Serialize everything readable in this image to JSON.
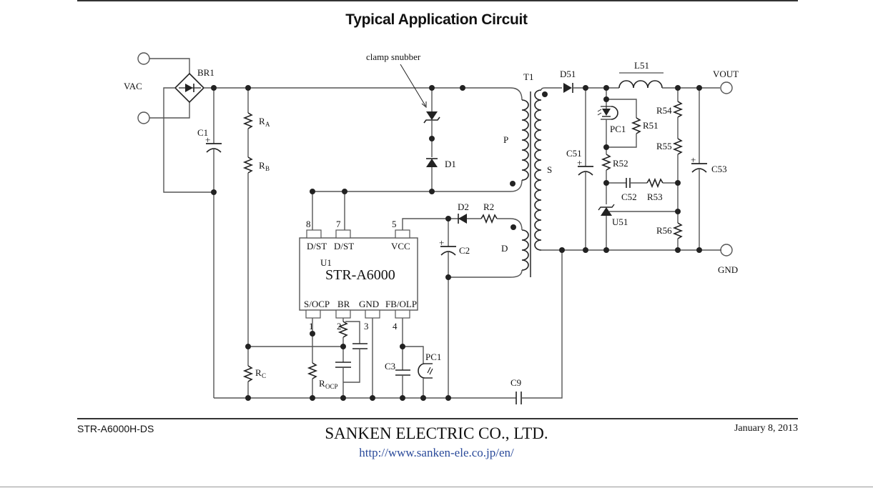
{
  "header": {
    "title": "Typical Application Circuit"
  },
  "footer": {
    "doc_id": "STR-A6000H-DS",
    "company": "SANKEN ELECTRIC CO., LTD.",
    "url": "http://www.sanken-ele.co.jp/en/",
    "date": "January 8, 2013"
  },
  "schematic": {
    "annotation": "clamp snubber",
    "terminals": {
      "vac": "VAC",
      "vout": "VOUT",
      "gnd": "GND"
    },
    "ic": {
      "ref": "U1",
      "part": "STR-A6000",
      "pins": [
        {
          "num": "8",
          "name": "D/ST"
        },
        {
          "num": "7",
          "name": "D/ST"
        },
        {
          "num": "5",
          "name": "VCC"
        },
        {
          "num": "1",
          "name": "S/OCP"
        },
        {
          "num": "2",
          "name": "BR"
        },
        {
          "num": "3",
          "name": "GND"
        },
        {
          "num": "4",
          "name": "FB/OLP"
        }
      ]
    },
    "transformer": {
      "ref": "T1",
      "windings": {
        "primary": "P",
        "secondary": "S",
        "drive": "D"
      }
    },
    "components": {
      "br1": "BR1",
      "c1": "C1",
      "ra": "R",
      "ra_sub": "A",
      "rb": "R",
      "rb_sub": "B",
      "rc": "R",
      "rc_sub": "C",
      "rocp": "R",
      "rocp_sub": "OCP",
      "d1": "D1",
      "d2": "D2",
      "r2": "R2",
      "c2": "C2",
      "c3": "C3",
      "c9": "C9",
      "pc1_primary": "PC1",
      "d51": "D51",
      "l51": "L51",
      "c51": "C51",
      "pc1_secondary": "PC1",
      "r51": "R51",
      "r52": "R52",
      "c52": "C52",
      "r53": "R53",
      "u51": "U51",
      "r54": "R54",
      "r55": "R55",
      "r56": "R56",
      "c53": "C53",
      "plus": "+"
    }
  }
}
